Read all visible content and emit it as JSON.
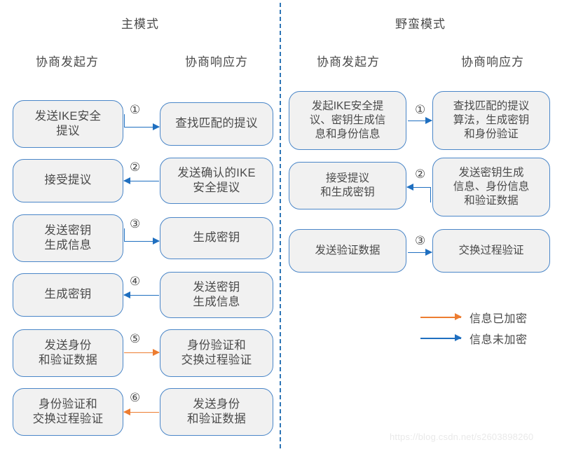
{
  "diagram": {
    "watermark": "https://blog.csdn.net/s2603898260"
  },
  "panels": [
    {
      "id": "main-mode",
      "title": "主模式",
      "columns": [
        {
          "id": "initiator",
          "header": "协商发起方"
        },
        {
          "id": "responder",
          "header": "协商响应方"
        }
      ],
      "rows": [
        {
          "step": "①",
          "direction": "right",
          "encrypted": false,
          "initiator": "发送IKE安全\n提议",
          "responder": "查找匹配的提议"
        },
        {
          "step": "②",
          "direction": "left",
          "encrypted": false,
          "initiator": "接受提议",
          "responder": "发送确认的IKE\n安全提议"
        },
        {
          "step": "③",
          "direction": "right",
          "encrypted": false,
          "initiator": "发送密钥\n生成信息",
          "responder": "生成密钥"
        },
        {
          "step": "④",
          "direction": "left",
          "encrypted": false,
          "initiator": "生成密钥",
          "responder": "发送密钥\n生成信息"
        },
        {
          "step": "⑤",
          "direction": "right",
          "encrypted": true,
          "initiator": "发送身份\n和验证数据",
          "responder": "身份验证和\n交换过程验证"
        },
        {
          "step": "⑥",
          "direction": "left",
          "encrypted": true,
          "initiator": "身份验证和\n交换过程验证",
          "responder": "发送身份\n和验证数据"
        }
      ]
    },
    {
      "id": "aggressive-mode",
      "title": "野蛮模式",
      "columns": [
        {
          "id": "initiator",
          "header": "协商发起方"
        },
        {
          "id": "responder",
          "header": "协商响应方"
        }
      ],
      "rows": [
        {
          "step": "①",
          "direction": "right",
          "encrypted": false,
          "initiator": "发起IKE安全提\n议、密钥生成信\n息和身份信息",
          "responder": "查找匹配的提议\n算法，生成密钥\n和身份验证"
        },
        {
          "step": "②",
          "direction": "left",
          "encrypted": false,
          "initiator": "接受提议\n和生成密钥",
          "responder": "发送密钥生成\n信息、身份信息\n和验证数据"
        },
        {
          "step": "③",
          "direction": "right",
          "encrypted": false,
          "initiator": "发送验证数据",
          "responder": "交换过程验证"
        }
      ]
    }
  ],
  "legend": {
    "items": [
      {
        "label": "信息已加密",
        "color": "#ed7d31",
        "kind": "orange"
      },
      {
        "label": "信息未加密",
        "color": "#1f6fc0",
        "kind": "blue"
      }
    ]
  },
  "colors": {
    "node_fill": "#f1f1f1",
    "node_border": "#4a86c8",
    "encrypted_arrow": "#ed7d31",
    "plain_arrow": "#1f6fc0",
    "divider": "#2e75b6",
    "text": "#4a4a4a"
  }
}
